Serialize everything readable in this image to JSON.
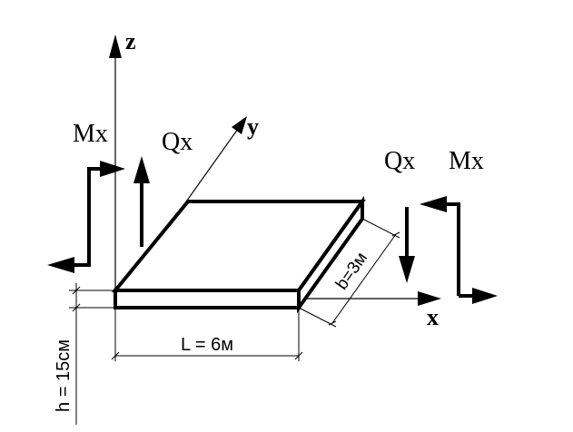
{
  "axes": {
    "z": "z",
    "y": "y",
    "x": "x"
  },
  "loads_left": {
    "moment": "Mx",
    "shear": "Qx"
  },
  "loads_right": {
    "shear": "Qx",
    "moment": "Mx"
  },
  "dimensions": {
    "length": "L  =  6м",
    "width": "b=3м",
    "thickness": "h  =  15см"
  },
  "colors": {
    "ink": "#000000",
    "background": "#ffffff"
  }
}
